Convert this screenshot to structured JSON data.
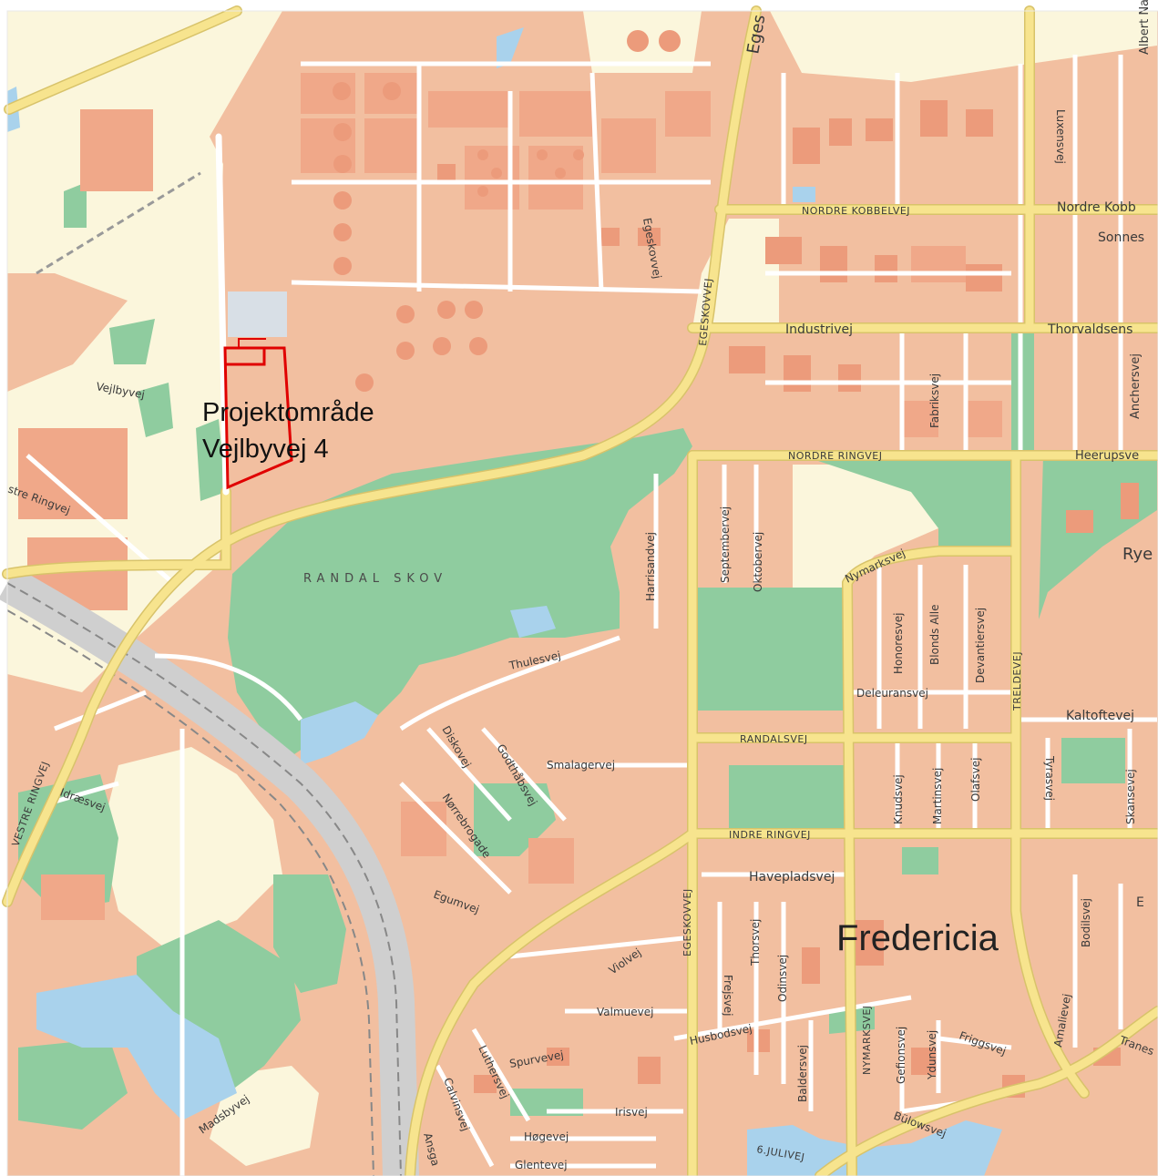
{
  "map": {
    "project_label": [
      "Projektområde",
      "Vejlbyvej 4"
    ],
    "city_label": "Fredericia",
    "forest_label": "RANDAL SKOV",
    "colors": {
      "urban": "#f2bfa0",
      "building": "#ec9b7b",
      "industrial_block": "#f0a889",
      "forest": "#8fcc9f",
      "open_land": "#fbf6dc",
      "road_major": "#f7e48e",
      "road_minor": "#ffffff",
      "water": "#a9d2ec",
      "railway": "#cfcfcf",
      "project_boundary": "#e00000"
    },
    "road_labels": {
      "egeskovvej_top": "Eges",
      "nordre_kobbelvej": "NORDRE KOBBELVEJ",
      "nordre_kobbelvej_e": "Nordre Kobb",
      "sonnes": "Sonnes",
      "luxensvej": "Luxensvej",
      "albert_naurs": "Albert Naurs Vej",
      "egeskovvej_small": "Egeskovvej",
      "egeskovvej_major": "EGESKOVVEJ",
      "industrivej": "Industrivej",
      "thorvaldsens": "Thorvaldsens",
      "fabriksvej": "Fabriksvej",
      "anchersvej": "Anchersvej",
      "nordre_ringvej": "NORDRE RINGVEJ",
      "heerupsve": "Heerupsve",
      "vejlbyvej": "Vejlbyvej",
      "vestre_ringvej_w": "stre Ringvej",
      "septembervej": "Septembervej",
      "oktobervej": "Oktobervej",
      "harrisandvej": "Harrisandvej",
      "nymarksvej_n": "Nymarksvej",
      "rye": "Rye",
      "honoresvej": "Honoresvej",
      "blonds_alle": "Blonds Alle",
      "devantiersvej": "Devantiersvej",
      "treldevej": "TRELDEVEJ",
      "thulesvej": "Thulesvej",
      "deleuransvej": "Deleuransvej",
      "kaltoftevej": "Kaltoftevej",
      "randalsvej": "RANDALSVEJ",
      "diskovej": "Diskovej",
      "godthabsvej": "Godthåbsvej",
      "smalagervej": "Smalagervej",
      "knudsvej": "Knudsvej",
      "martinsvej": "Martinsvej",
      "olafsvej": "Olafsvej",
      "tyrasvej": "Tyrasvej",
      "skansevej": "Skansevej",
      "vestre_ringvej": "VESTRE RINGVEJ",
      "idraesvej": "Idræsvej",
      "norrebrogade": "Nørrebrogade",
      "indre_ringvej": "INDRE RINGVEJ",
      "havepladsvej": "Havepladsvej",
      "egumvej": "Egumvej",
      "egeskovvej_s": "EGESKOVVEJ",
      "frejsvej": "Frejsvej",
      "thorsvej": "Thorsvej",
      "odinsvej": "Odinsvej",
      "bodilsvej": "Bodilsvej",
      "amalievej": "Amalievej",
      "violvej": "Violvej",
      "valmuevej": "Valmuevej",
      "husbodsvej": "Husbodsvej",
      "baldersvej": "Baldersvej",
      "nymarksvej_s": "NYMARKSVEJ",
      "gefionsvej": "Gefionsvej",
      "ydunsvej": "Ydunsvej",
      "friggsvej": "Friggsvej",
      "tranes": "Tranes",
      "luthersvej": "Luthersvej",
      "spurvevej": "Spurvevej",
      "calvinsvej": "Calvinsvej",
      "madsbyvej": "Madsbyvej",
      "irisvej": "Irisvej",
      "hogevej": "Høgevej",
      "glentevej": "Glentevej",
      "ansga": "Ansga",
      "bulowsvej": "Bülowsvej",
      "sjulivej": "6.JULIVEJ",
      "e_right": "E"
    }
  }
}
